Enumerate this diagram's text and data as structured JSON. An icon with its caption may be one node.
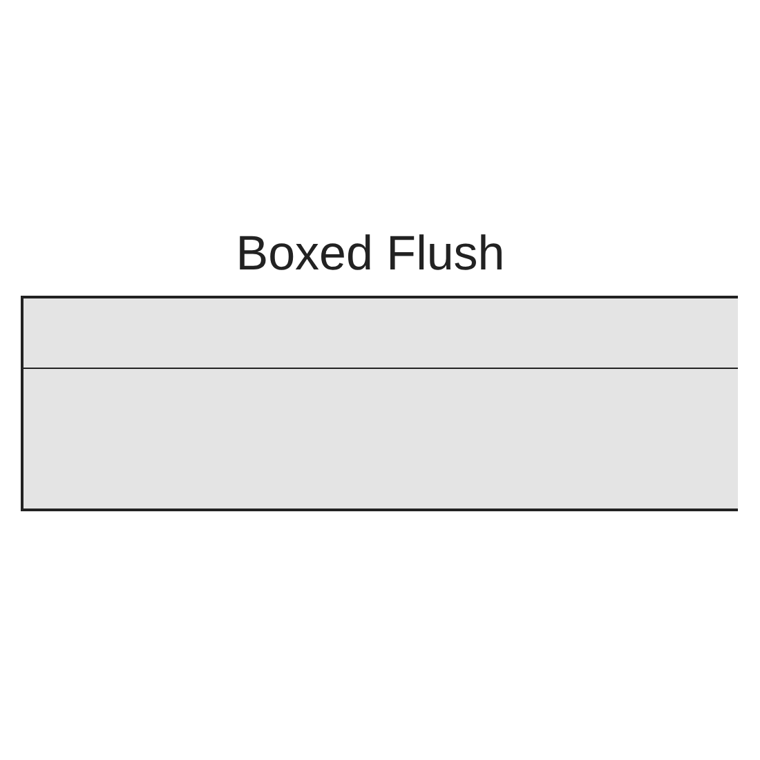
{
  "diagram": {
    "title": "Boxed Flush",
    "nodes": [
      {
        "text": [],
        "shape": "box"
      },
      {
        "text": [],
        "shape": "box"
      }
    ]
  }
}
